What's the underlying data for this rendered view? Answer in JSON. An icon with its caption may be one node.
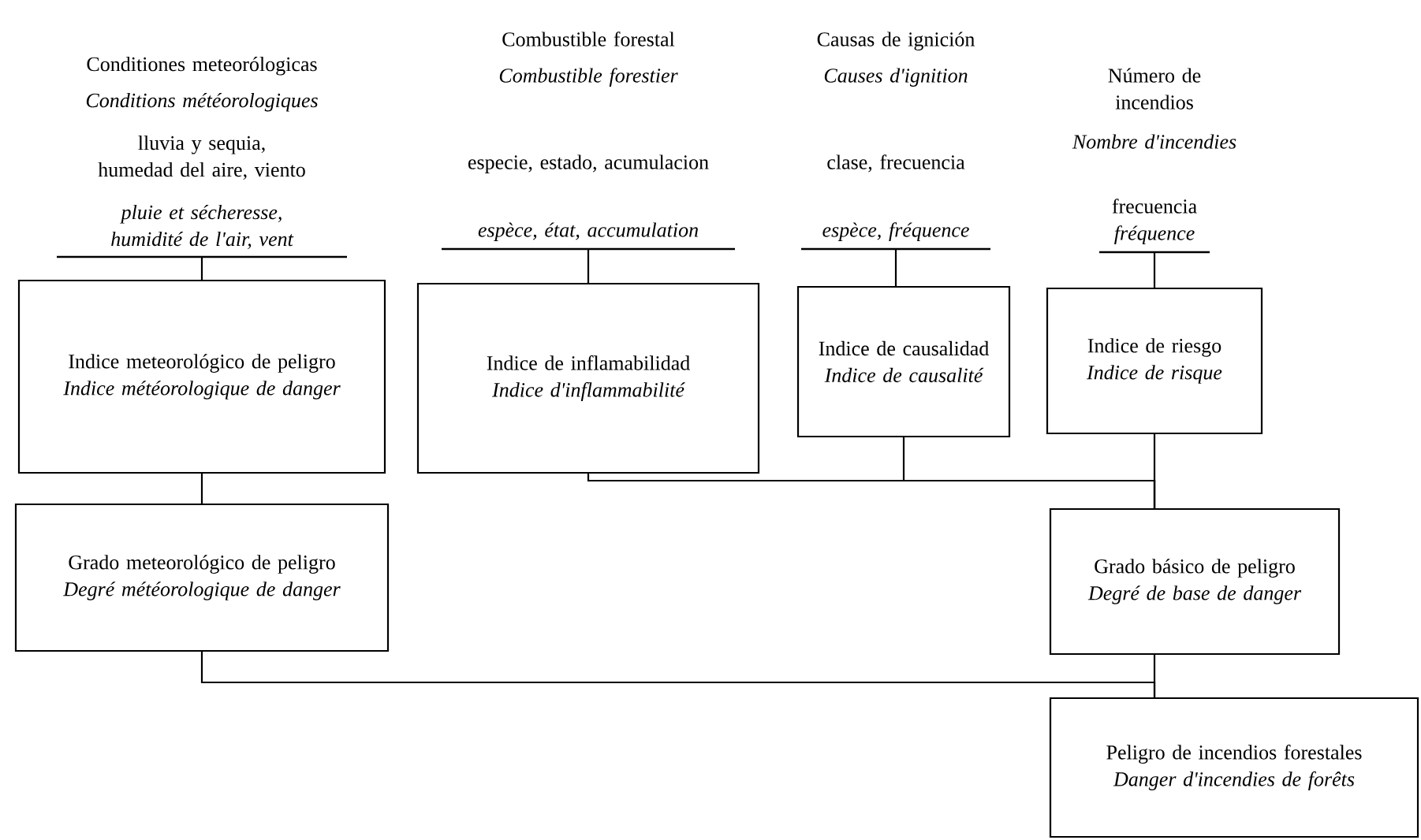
{
  "diagram": {
    "nodes": [
      {
        "text": [
          "Conditiones meteorólogicas",
          "Conditions météorologiques",
          "lluvia y sequia, humedad del aire, viento",
          "pluie et sécheresse, humidité de l'air, vent"
        ]
      },
      {
        "text": [
          "Combustible forestal",
          "Combustible forestier",
          "especie, estado, acumulacion",
          "espèce, état, accumulation"
        ]
      },
      {
        "text": [
          "Causas de ignición",
          "Causes d'ignition",
          "clase, frecuencia",
          "espèce, fréquence"
        ]
      },
      {
        "text": [
          "Número de incendios",
          "Nombre d'incendies",
          "frecuencia",
          "fréquence"
        ]
      },
      {
        "text": [
          "Indice meteorológico de peligro",
          "Indice météorologique de danger"
        ]
      },
      {
        "text": [
          "Indice de inflamabilidad",
          "Indice d'inflammabilité"
        ]
      },
      {
        "text": [
          "Indice de causalidad",
          "Indice de causalité"
        ]
      },
      {
        "text": [
          "Indice de riesgo",
          "Indice de risque"
        ]
      },
      {
        "text": [
          "Grado meteorológico de peligro",
          "Degré météorologique de danger"
        ]
      },
      {
        "text": [
          "Grado básico de peligro",
          "Degré de base de danger"
        ]
      },
      {
        "text": [
          "Peligro de incendios forestales",
          "Danger d'incendies de forêts"
        ]
      }
    ],
    "edges": [
      {
        "from": 0,
        "to": 4,
        "arrow": "none"
      },
      {
        "from": 1,
        "to": 5,
        "arrow": "none"
      },
      {
        "from": 2,
        "to": 6,
        "arrow": "none"
      },
      {
        "from": 3,
        "to": 7,
        "arrow": "none"
      },
      {
        "from": 4,
        "to": 8,
        "arrow": "none"
      },
      {
        "from": 5,
        "to": 9,
        "arrow": "none"
      },
      {
        "from": 6,
        "to": 9,
        "arrow": "none"
      },
      {
        "from": 7,
        "to": 9,
        "arrow": "none"
      },
      {
        "from": 8,
        "to": 10,
        "arrow": "none"
      },
      {
        "from": 9,
        "to": 10,
        "arrow": "none"
      }
    ]
  }
}
